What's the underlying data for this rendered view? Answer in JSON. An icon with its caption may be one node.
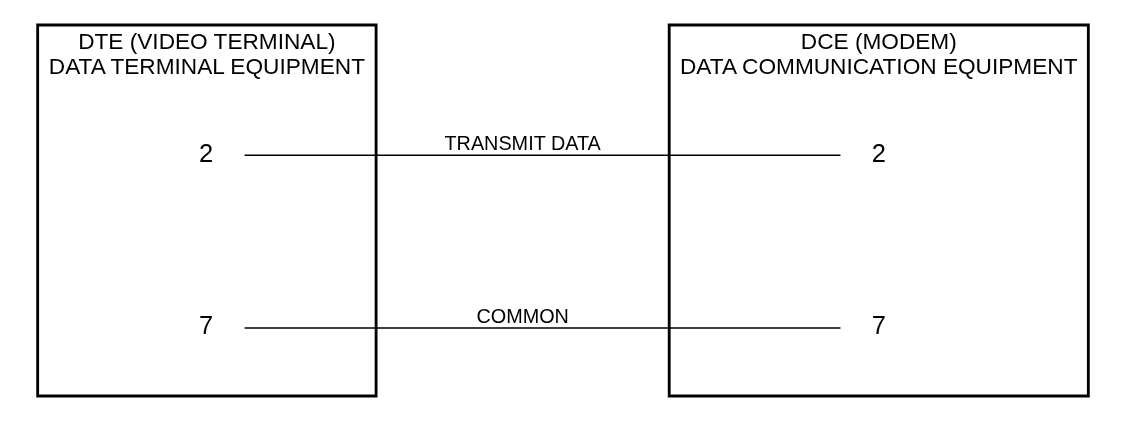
{
  "diagram": {
    "nodes": [
      {
        "text": [
          "DTE (VIDEO TERMINAL)",
          "DATA TERMINAL EQUIPMENT"
        ]
      },
      {
        "text": [
          "2"
        ],
        "in": 0
      },
      {
        "text": [
          "7"
        ],
        "in": 0
      },
      {
        "text": [
          "DCE (MODEM)",
          "DATA COMMUNICATION EQUIPMENT"
        ]
      },
      {
        "text": [
          "2"
        ],
        "in": 3
      },
      {
        "text": [
          "7"
        ],
        "in": 3
      }
    ],
    "edges": [
      {
        "from": 1,
        "to": 4,
        "arrow": "none",
        "label": "TRANSMIT DATA"
      },
      {
        "from": 2,
        "to": 5,
        "arrow": "none",
        "label": "COMMON"
      }
    ]
  }
}
